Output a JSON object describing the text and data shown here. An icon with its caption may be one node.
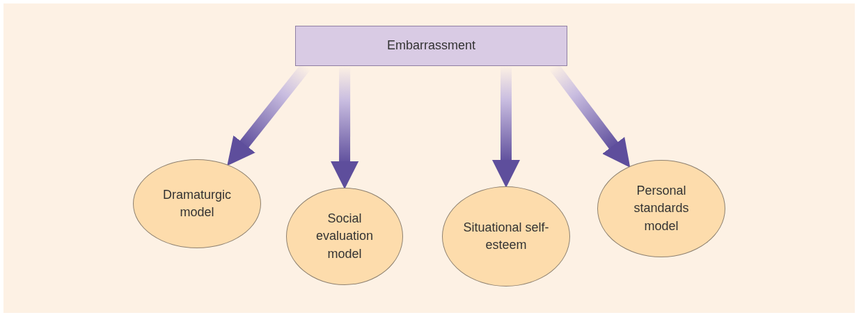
{
  "diagram": {
    "nodes": [
      {
        "text": [
          "Embarrassment"
        ]
      },
      {
        "text": [
          "Dramaturgic model"
        ]
      },
      {
        "text": [
          "Social evaluation model"
        ]
      },
      {
        "text": [
          "Situational self-esteem"
        ]
      },
      {
        "text": [
          "Personal standards model"
        ]
      }
    ],
    "edges": [
      {
        "from": 0,
        "to": 1,
        "arrow": "to"
      },
      {
        "from": 0,
        "to": 2,
        "arrow": "to"
      },
      {
        "from": 0,
        "to": 3,
        "arrow": "to"
      },
      {
        "from": 0,
        "to": 4,
        "arrow": "to"
      }
    ]
  }
}
